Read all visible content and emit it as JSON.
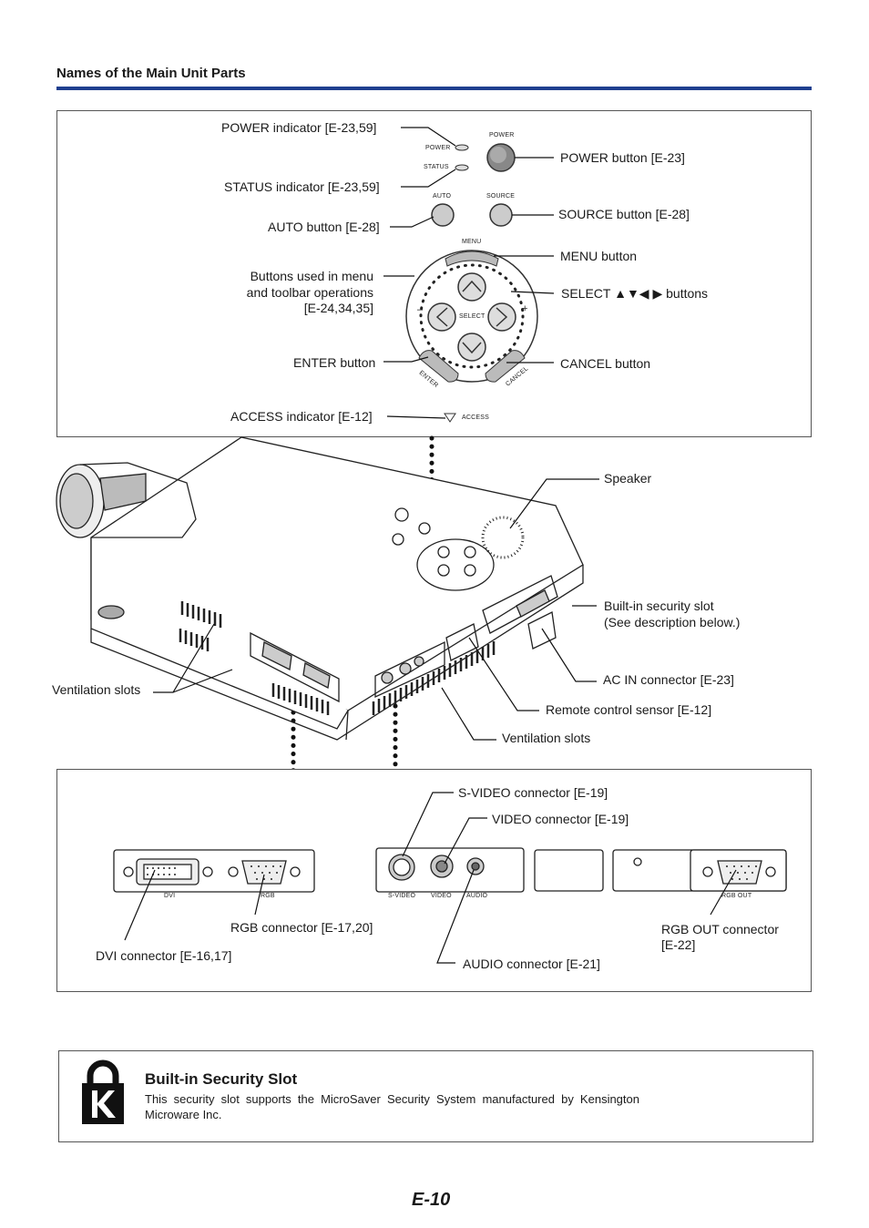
{
  "section_title": "Names of the Main Unit Parts",
  "panel": {
    "labels": {
      "power_indicator": "POWER indicator [E-23,59]",
      "status_indicator": "STATUS indicator [E-23,59]",
      "auto_button": "AUTO button [E-28]",
      "menu_ops": [
        "Buttons used in menu",
        "and toolbar operations",
        "[E-24,34,35]"
      ],
      "enter_button": "ENTER button",
      "access_indicator": "ACCESS indicator [E-12]",
      "power_button": "POWER button [E-23]",
      "source_button": "SOURCE button [E-28]",
      "menu_button": "MENU button",
      "select_buttons": "SELECT ▲▼◀ ▶ buttons",
      "cancel_button": "CANCEL button"
    },
    "printed": {
      "power": "POWER",
      "power_led": "POWER",
      "status_led": "STATUS",
      "auto": "AUTO",
      "source": "SOURCE",
      "menu": "MENU",
      "select": "SELECT",
      "minus": "–",
      "plus": "+",
      "enter": "ENTER",
      "cancel": "CANCEL",
      "access": "ACCESS"
    }
  },
  "body_labels": {
    "speaker": "Speaker",
    "security_slot": [
      "Built-in security slot",
      "(See description below.)"
    ],
    "ac_in": "AC IN connector [E-23]",
    "remote_sensor": "Remote control sensor [E-12]",
    "ventilation_left": "Ventilation slots",
    "ventilation_bottom": "Ventilation slots"
  },
  "connectors": {
    "labels": {
      "svideo": "S-VIDEO connector [E-19]",
      "video": "VIDEO connector [E-19]",
      "rgb": "RGB connector [E-17,20]",
      "dvi": "DVI connector [E-16,17]",
      "audio": "AUDIO connector [E-21]",
      "rgb_out": [
        "RGB OUT connector",
        "[E-22]"
      ]
    },
    "printed": {
      "dvi": "DVI",
      "rgb": "RGB",
      "svideo": "S-VIDEO",
      "video": "VIDEO",
      "audio": "AUDIO",
      "rgb_out": "RGB OUT"
    }
  },
  "security": {
    "title": "Built-in Security Slot",
    "body": "This security slot supports the MicroSaver Security System manufactured by Kensington Microware Inc."
  },
  "page_number": "E-10",
  "colors": {
    "accent_rule": "#1f3f8f"
  }
}
